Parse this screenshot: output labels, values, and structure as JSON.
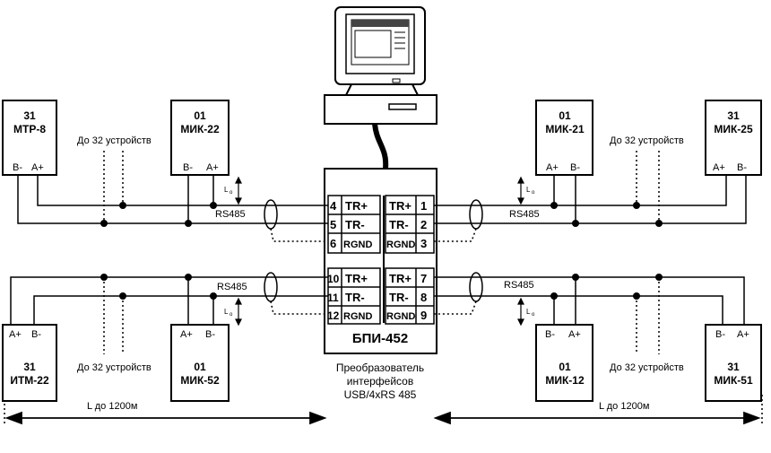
{
  "devices": {
    "mtr8": {
      "num": "31",
      "name": "МТР-8",
      "p1": "B-",
      "p2": "A+"
    },
    "mik22": {
      "num": "01",
      "name": "МИК-22",
      "p1": "B-",
      "p2": "A+"
    },
    "mik21": {
      "num": "01",
      "name": "МИК-21",
      "p1": "A+",
      "p2": "B-"
    },
    "mik25": {
      "num": "31",
      "name": "МИК-25",
      "p1": "A+",
      "p2": "B-"
    },
    "itm22": {
      "num": "31",
      "name": "ИТМ-22",
      "p1": "A+",
      "p2": "B-"
    },
    "mik52": {
      "num": "01",
      "name": "МИК-52",
      "p1": "A+",
      "p2": "B-"
    },
    "mik12": {
      "num": "01",
      "name": "МИК-12",
      "p1": "B-",
      "p2": "A+"
    },
    "mik51": {
      "num": "31",
      "name": "МИК-51",
      "p1": "B-",
      "p2": "A+"
    }
  },
  "converter": {
    "name": "БПИ-452",
    "left_rows": [
      {
        "num": "4",
        "sig": "TR+"
      },
      {
        "num": "5",
        "sig": "TR-"
      },
      {
        "num": "6",
        "sig": "RGND"
      },
      {
        "num": "10",
        "sig": "TR+"
      },
      {
        "num": "11",
        "sig": "TR-"
      },
      {
        "num": "12",
        "sig": "RGND"
      }
    ],
    "right_rows": [
      {
        "num": "1",
        "sig": "TR+"
      },
      {
        "num": "2",
        "sig": "TR-"
      },
      {
        "num": "3",
        "sig": "RGND"
      },
      {
        "num": "7",
        "sig": "TR+"
      },
      {
        "num": "8",
        "sig": "TR-"
      },
      {
        "num": "9",
        "sig": "RGND"
      }
    ]
  },
  "labels": {
    "upto32": "До 32 устройств",
    "rs485": "RS485",
    "lo": "L",
    "lo_sub": "о",
    "length": "L  до  1200м",
    "caption1": "Преобразователь",
    "caption2": "интерфейсов",
    "caption3": "USB/4xRS 485"
  }
}
